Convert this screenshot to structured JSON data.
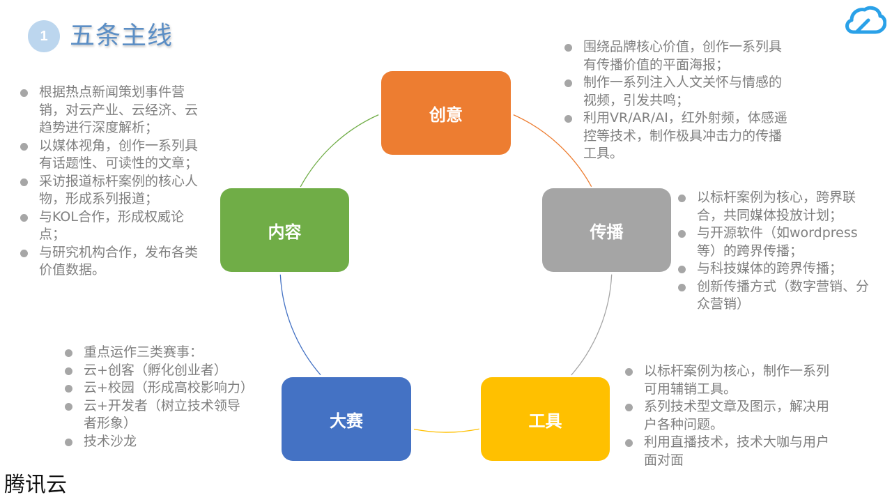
{
  "slide": {
    "badge_number": "1",
    "title": "五条主线",
    "brand": "腾讯云",
    "logo_icon": "tencent-cloud-logo-icon"
  },
  "colors": {
    "title": "#5b8ec5",
    "badge": "#bcd6ee",
    "bullet_text": "#7f7f7f",
    "bullet_dot": "#a6a6a6",
    "logo": "#2aa1e8"
  },
  "nodes": [
    {
      "id": "chuangyi",
      "label": "创意",
      "color": "#ed7d31"
    },
    {
      "id": "chuanbo",
      "label": "传播",
      "color": "#a5a5a5"
    },
    {
      "id": "gongju",
      "label": "工具",
      "color": "#ffc000"
    },
    {
      "id": "dasai",
      "label": "大赛",
      "color": "#4472c4"
    },
    {
      "id": "neirong",
      "label": "内容",
      "color": "#70ad47"
    }
  ],
  "connectors": [
    {
      "from": "chuangyi",
      "to": "chuanbo",
      "color": "#ed7d31"
    },
    {
      "from": "chuanbo",
      "to": "gongju",
      "color": "#a5a5a5"
    },
    {
      "from": "gongju",
      "to": "dasai",
      "color": "#ffc000"
    },
    {
      "from": "dasai",
      "to": "neirong",
      "color": "#4472c4"
    },
    {
      "from": "neirong",
      "to": "chuangyi",
      "color": "#70ad47"
    }
  ],
  "bullets": {
    "chuangyi": [
      "围绕品牌核心价值，创作一系列具有传播价值的平面海报；",
      "制作一系列注入人文关怀与情感的视频，引发共鸣；",
      "利用VR/AR/AI，红外射频，体感遥控等技术，制作极具冲击力的传播工具。"
    ],
    "chuanbo": [
      "以标杆案例为核心，跨界联合，共同媒体投放计划；",
      "与开源软件（如wordpress等）的跨界传播；",
      "与科技媒体的跨界传播；",
      "创新传播方式（数字营销、分众营销）"
    ],
    "gongju": [
      "以标杆案例为核心，制作一系列可用辅销工具。",
      "系列技术型文章及图示，解决用户各种问题。",
      "利用直播技术，技术大咖与用户面对面"
    ],
    "dasai": [
      "重点运作三类赛事：",
      "云+创客（孵化创业者）",
      "云+校园（形成高校影响力）",
      "云+开发者（树立技术领导者形象）",
      "技术沙龙"
    ],
    "neirong": [
      "根据热点新闻策划事件营销，对云产业、云经济、云趋势进行深度解析；",
      "以媒体视角，创作一系列具有话题性、可读性的文章；",
      "采访报道标杆案例的核心人物，形成系列报道；",
      "与KOL合作，形成权威论点；",
      "与研究机构合作，发布各类价值数据。"
    ]
  }
}
